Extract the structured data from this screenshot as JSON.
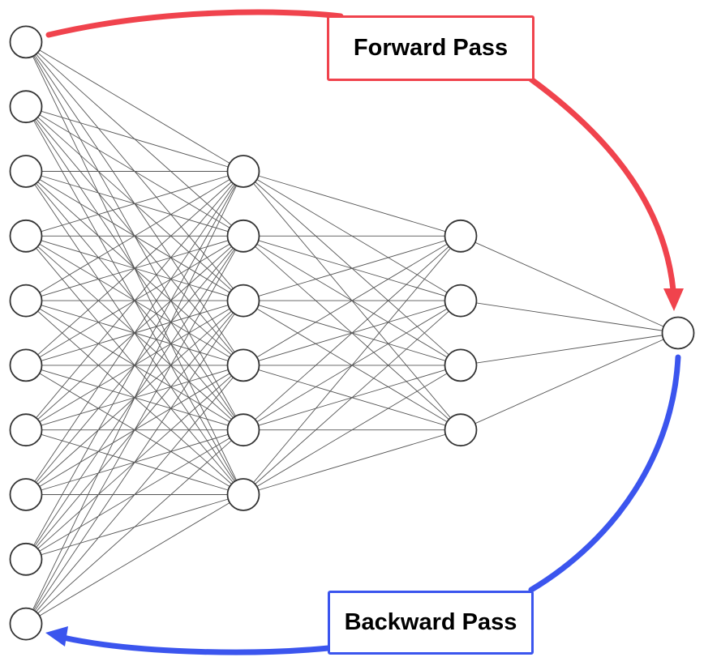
{
  "labels": {
    "forward": "Forward Pass",
    "backward": "Backward Pass"
  },
  "network": {
    "layers": [
      10,
      6,
      4,
      1
    ]
  },
  "colors": {
    "forward_arrow": "#f0434d",
    "backward_arrow": "#3b55ee",
    "connection": "#555555",
    "node_stroke": "#333333",
    "node_fill": "#ffffff"
  }
}
